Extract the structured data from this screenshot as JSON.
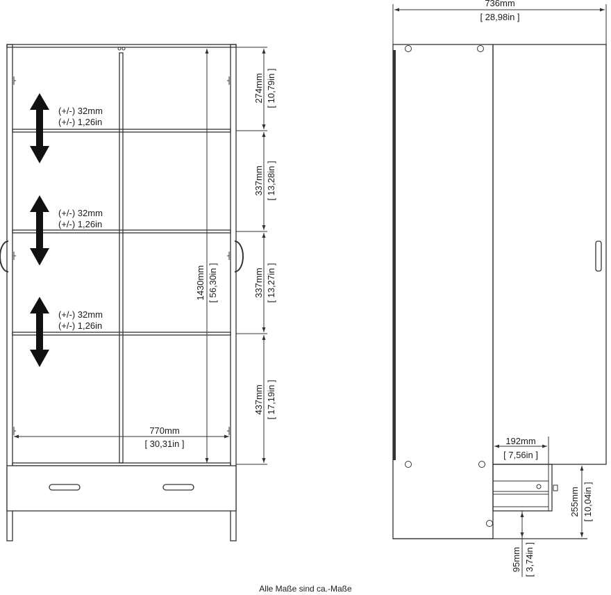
{
  "front_view": {
    "shelf_adjust": [
      {
        "mm": "(+/-) 32mm",
        "in": "(+/-) 1,26in"
      },
      {
        "mm": "(+/-) 32mm",
        "in": "(+/-) 1,26in"
      },
      {
        "mm": "(+/-) 32mm",
        "in": "(+/-) 1,26in"
      }
    ],
    "compartments": [
      {
        "mm": "274mm",
        "in": "[ 10,79in ]"
      },
      {
        "mm": "337mm",
        "in": "[ 13,28in ]"
      },
      {
        "mm": "337mm",
        "in": "[ 13,27in ]"
      },
      {
        "mm": "437mm",
        "in": "[ 17,19in ]"
      }
    ],
    "inner_height": {
      "mm": "1430mm",
      "in": "[ 56,30in ]"
    },
    "inner_width": {
      "mm": "770mm",
      "in": "[ 30,31in ]"
    }
  },
  "side_view": {
    "depth": {
      "mm": "736mm",
      "in": "[ 28,98in ]"
    },
    "drawer_depth": {
      "mm": "192mm",
      "in": "[ 7,56in ]"
    },
    "drawer_height": {
      "mm": "255mm",
      "in": "[ 10,04in ]"
    },
    "plinth_height": {
      "mm": "95mm",
      "in": "[ 3,74in ]"
    }
  },
  "footer": "Alle Maße sind ca.-Maße"
}
